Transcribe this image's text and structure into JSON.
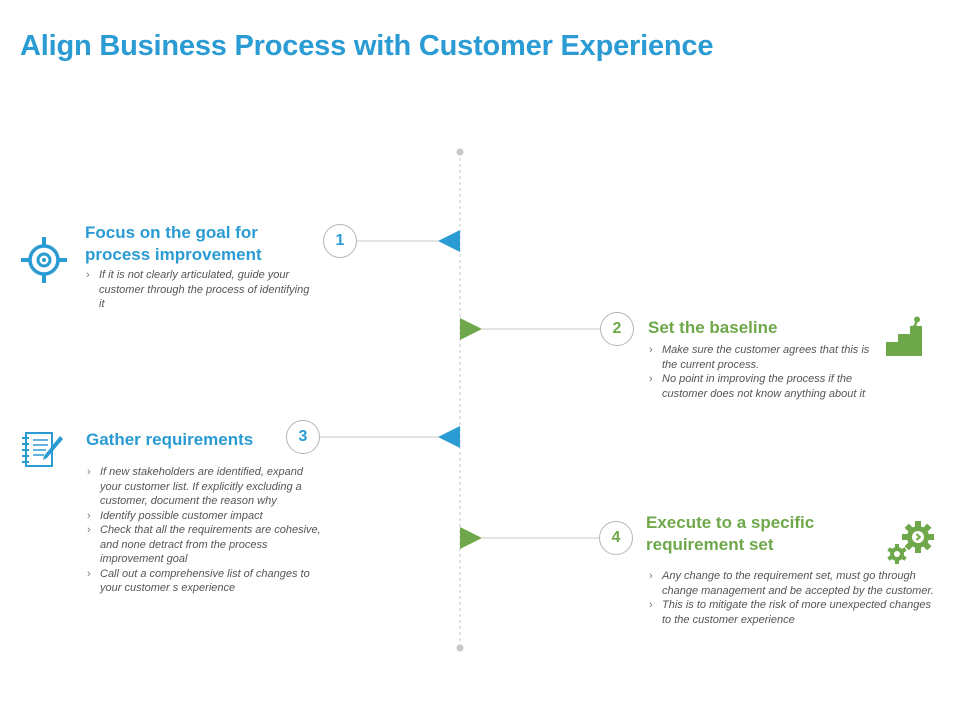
{
  "title": "Align Business Process with Customer Experience",
  "colors": {
    "blue": "#2a9bd3",
    "green": "#6fa84a",
    "line": "#c8c8c8"
  },
  "steps": [
    {
      "number": "1",
      "title_line1": "Focus on the goal for",
      "title_line2": "process improvement",
      "icon": "target-icon",
      "bullets": [
        "If it is not clearly articulated, guide your customer through the process of identifying it"
      ]
    },
    {
      "number": "2",
      "title_line1": "Set the baseline",
      "icon": "stairs-person-icon",
      "bullets": [
        "Make sure the customer agrees that this is the current process.",
        "No point in improving the process if the customer does not know anything about it"
      ]
    },
    {
      "number": "3",
      "title_line1": "Gather requirements",
      "icon": "notepad-pen-icon",
      "bullets": [
        "If new stakeholders are identified, expand your customer list. If explicitly excluding a customer, document the reason why",
        "Identify possible customer impact",
        "Check that all the requirements are cohesive, and none detract from the process improvement goal",
        "Call out a comprehensive list of changes to your customer s experience"
      ]
    },
    {
      "number": "4",
      "title_line1": "Execute to a specific",
      "title_line2": "requirement set",
      "icon": "gears-icon",
      "bullets": [
        "Any change to the requirement set, must go through change management and be accepted by the customer.",
        "This is to mitigate the risk of more unexpected changes to the customer experience"
      ]
    }
  ]
}
